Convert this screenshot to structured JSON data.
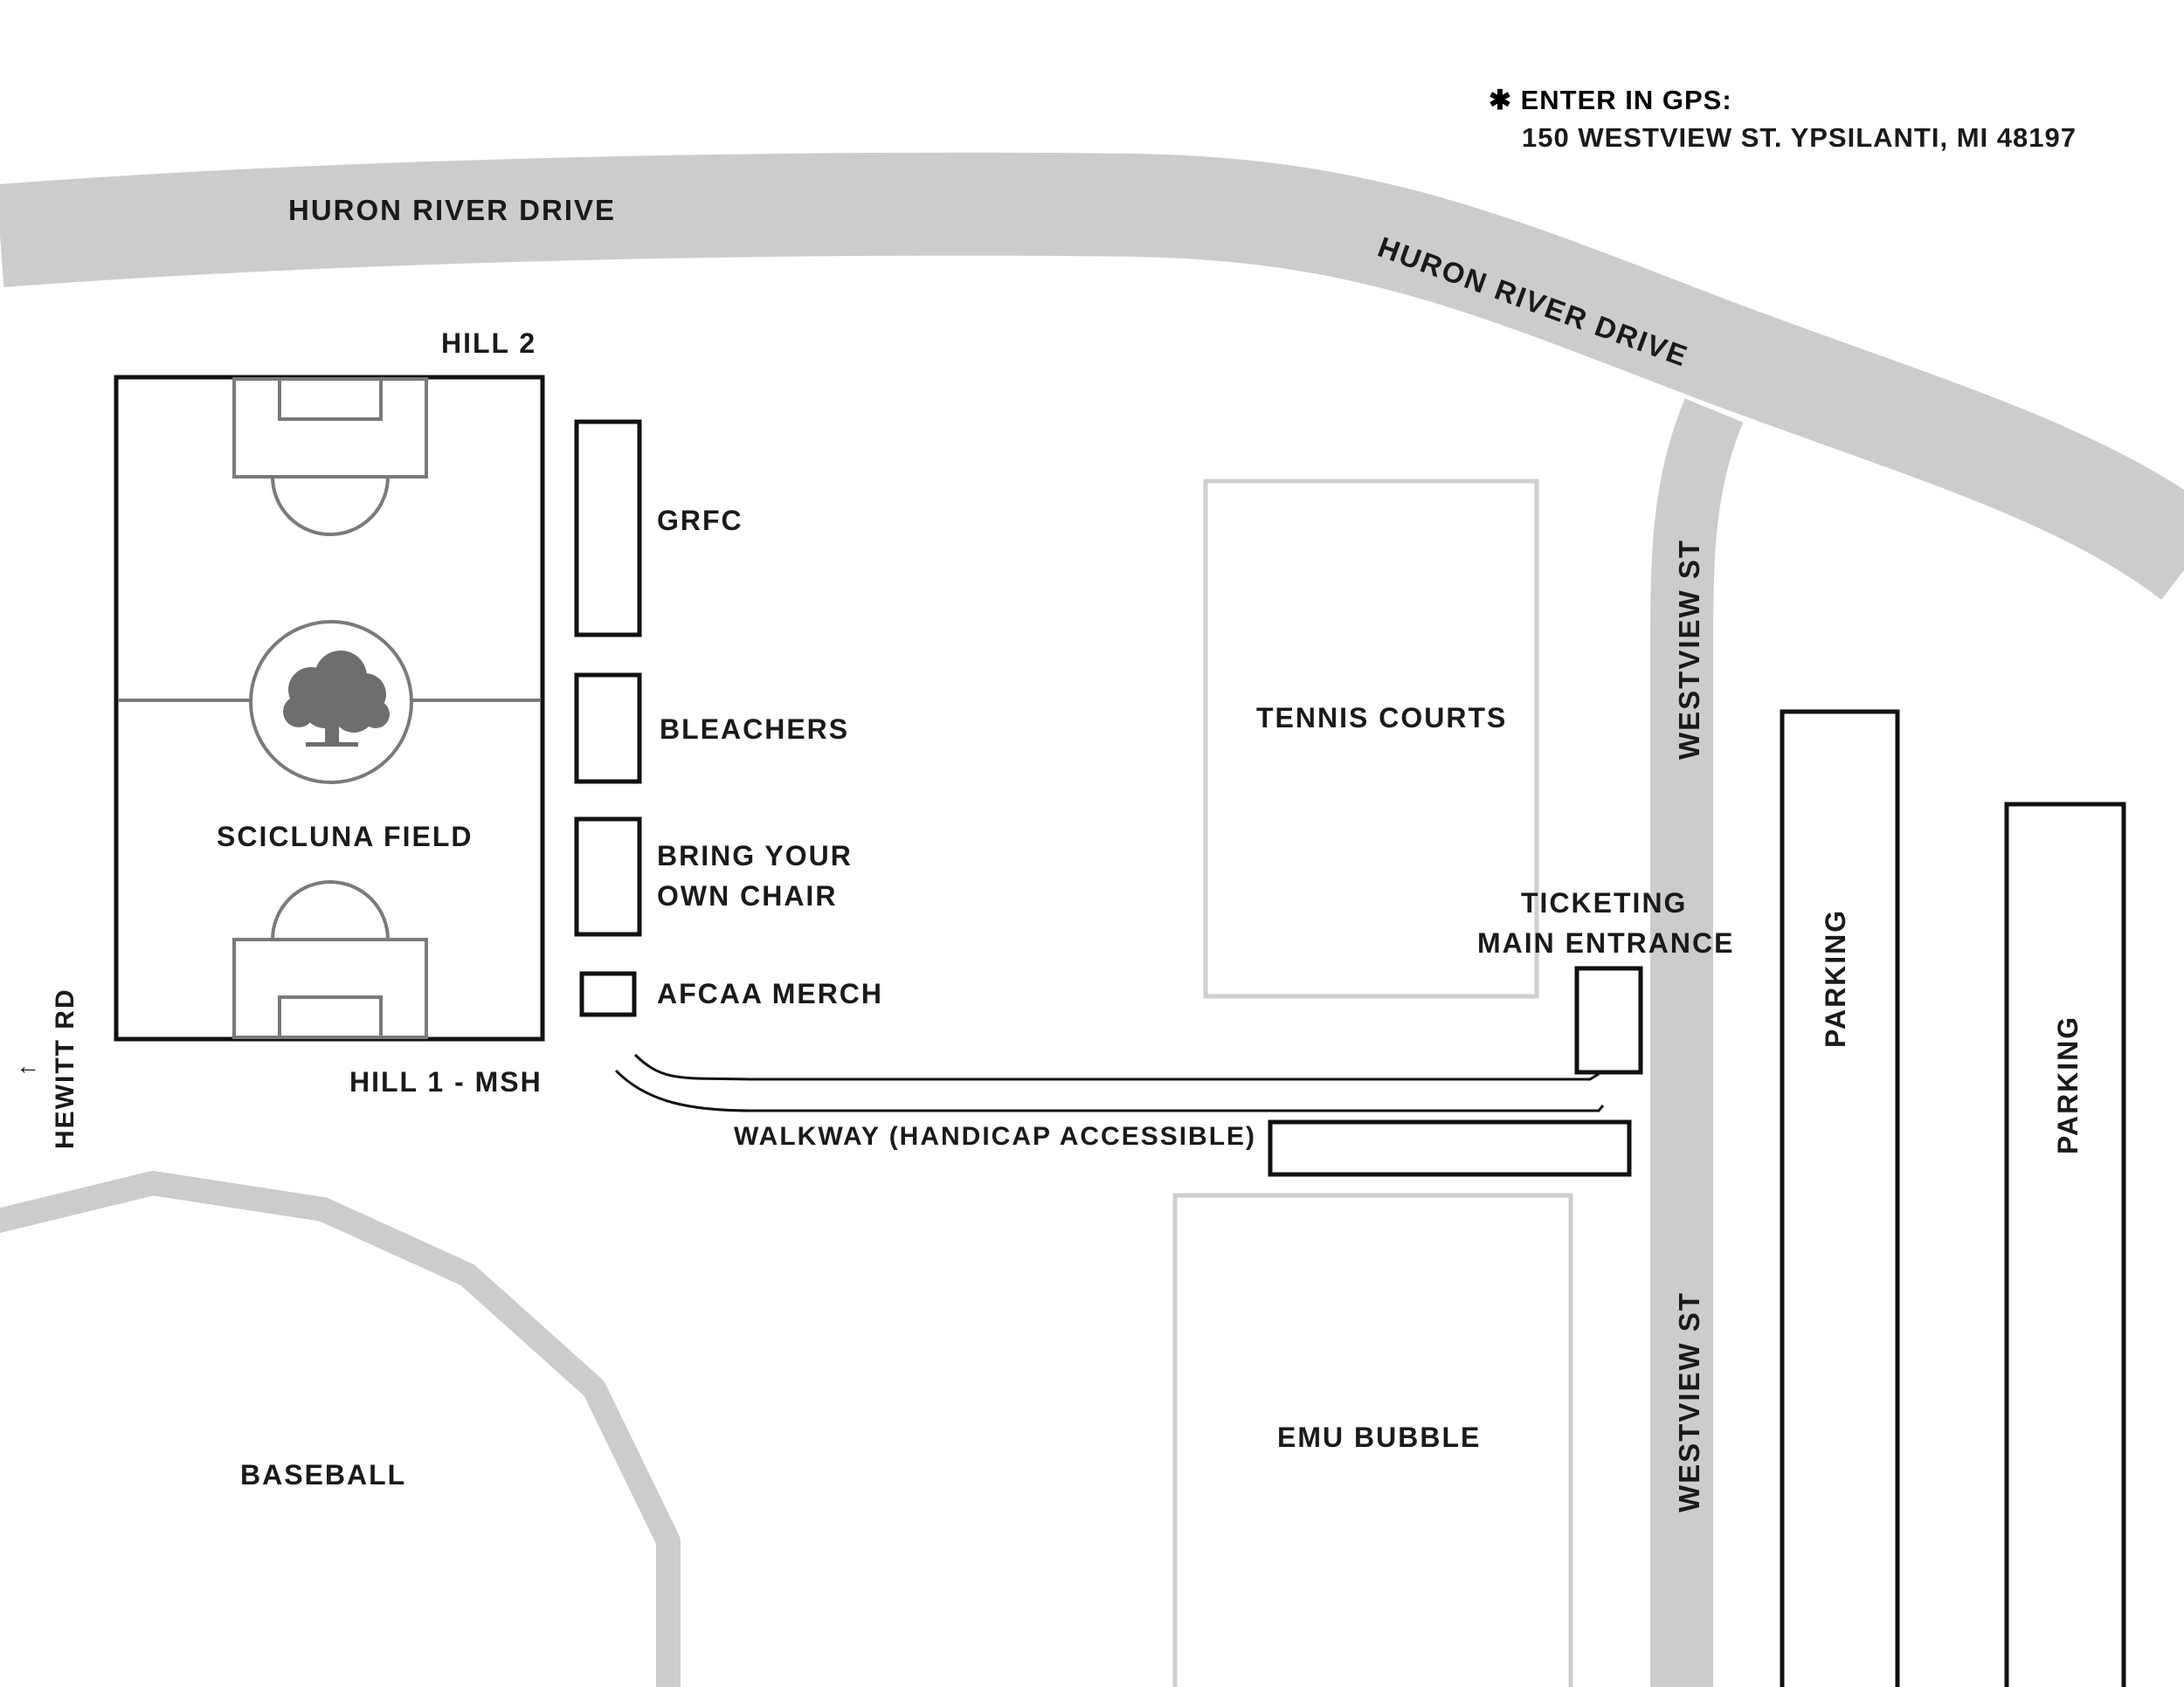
{
  "gps": {
    "heading": "✱ ENTER IN GPS:",
    "address": "150 WESTVIEW ST. YPSILANTI, MI 48197"
  },
  "roads": {
    "huron_river_drive_west": "HURON RIVER DRIVE",
    "huron_river_drive_east": "HURON RIVER DRIVE",
    "westview_north": "WESTVIEW ST",
    "westview_south": "WESTVIEW ST",
    "hewitt_rd": "HEWITT RD",
    "hewitt_arrow": "←"
  },
  "field": {
    "name": "SCICLUNA FIELD",
    "hill_2": "HILL 2",
    "hill_1": "HILL 1 - MSH"
  },
  "areas": {
    "grfc": "GRFC",
    "bleachers": "BLEACHERS",
    "byoc_line1": "BRING YOUR",
    "byoc_line2": "OWN CHAIR",
    "afcaa_merch": "AFCAA MERCH",
    "tennis_courts": "TENNIS COURTS",
    "ticketing_line1": "TICKETING",
    "ticketing_line2": "MAIN ENTRANCE",
    "walkway": "WALKWAY (HANDICAP ACCESSIBLE)",
    "emu_bubble": "EMU BUBBLE",
    "baseball": "BASEBALL",
    "parking_1": "PARKING",
    "parking_2": "PARKING"
  },
  "colors": {
    "road": "#cccccc",
    "outline": "#111111",
    "field_markings": "#7a7a7a",
    "building_outline": "#cfcfcf",
    "text": "#1a1a1a"
  }
}
